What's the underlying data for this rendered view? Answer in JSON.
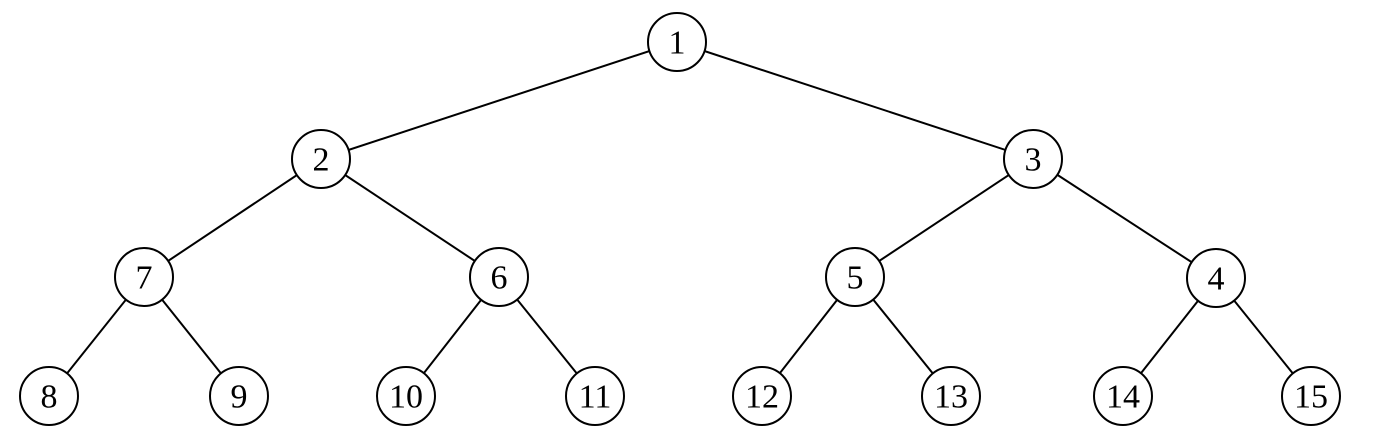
{
  "tree": {
    "nodes": [
      {
        "id": "n1",
        "label": "1"
      },
      {
        "id": "n2",
        "label": "2"
      },
      {
        "id": "n3",
        "label": "3"
      },
      {
        "id": "n7",
        "label": "7"
      },
      {
        "id": "n6",
        "label": "6"
      },
      {
        "id": "n5",
        "label": "5"
      },
      {
        "id": "n4",
        "label": "4"
      },
      {
        "id": "n8",
        "label": "8"
      },
      {
        "id": "n9",
        "label": "9"
      },
      {
        "id": "n10",
        "label": "10"
      },
      {
        "id": "n11",
        "label": "11"
      },
      {
        "id": "n12",
        "label": "12"
      },
      {
        "id": "n13",
        "label": "13"
      },
      {
        "id": "n14",
        "label": "14"
      },
      {
        "id": "n15",
        "label": "15"
      }
    ],
    "edges": [
      {
        "from": "n1",
        "to": "n2"
      },
      {
        "from": "n1",
        "to": "n3"
      },
      {
        "from": "n2",
        "to": "n7"
      },
      {
        "from": "n2",
        "to": "n6"
      },
      {
        "from": "n3",
        "to": "n5"
      },
      {
        "from": "n3",
        "to": "n4"
      },
      {
        "from": "n7",
        "to": "n8"
      },
      {
        "from": "n7",
        "to": "n9"
      },
      {
        "from": "n6",
        "to": "n10"
      },
      {
        "from": "n6",
        "to": "n11"
      },
      {
        "from": "n5",
        "to": "n12"
      },
      {
        "from": "n5",
        "to": "n13"
      },
      {
        "from": "n4",
        "to": "n14"
      },
      {
        "from": "n4",
        "to": "n15"
      }
    ]
  },
  "colors": {
    "stroke": "#000000",
    "fill": "#ffffff",
    "background": "#ffffff"
  }
}
